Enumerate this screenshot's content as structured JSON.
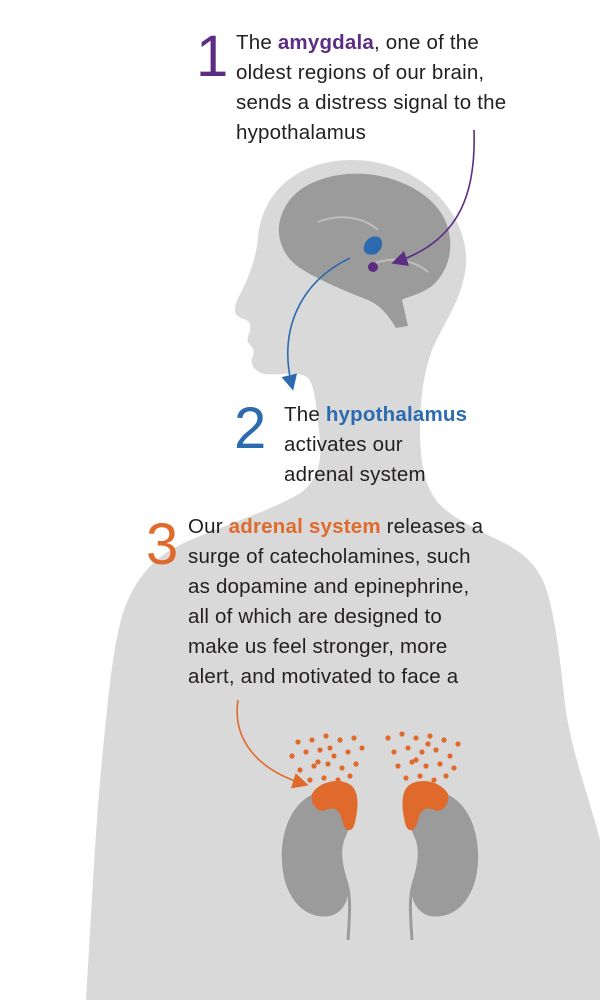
{
  "colors": {
    "silhouette": "#d9d9d9",
    "brain": "#9b9b9b",
    "kidney": "#9b9b9b",
    "amygdala_purple": "#5c2d83",
    "hypothalamus_blue": "#2c6bb0",
    "adrenal_orange": "#e06a2c"
  },
  "steps": [
    {
      "number": "1",
      "pre": "The ",
      "highlight": "amygdala",
      "post_lines": [
        ", one of the",
        "oldest regions of our brain,",
        "sends a distress signal to the",
        "hypothalamus"
      ]
    },
    {
      "number": "2",
      "pre": "The ",
      "highlight": "hypothalamus",
      "post_lines": [
        "",
        "activates our",
        "adrenal system"
      ]
    },
    {
      "number": "3",
      "pre": "Our ",
      "highlight": "adrenal system",
      "post_lines": [
        " releases a",
        "surge of catecholamines, such",
        "as dopamine and epinephrine,",
        "all of which are designed to",
        "make us feel stronger, more",
        "alert, and motivated to face a"
      ]
    }
  ]
}
